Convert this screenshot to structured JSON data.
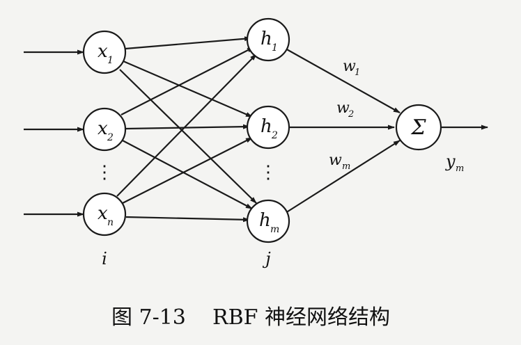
{
  "diagram": {
    "inputs": [
      {
        "var": "x",
        "sub": "1"
      },
      {
        "var": "x",
        "sub": "2"
      },
      {
        "var": "x",
        "sub": "n"
      }
    ],
    "hidden": [
      {
        "var": "h",
        "sub": "1"
      },
      {
        "var": "h",
        "sub": "2"
      },
      {
        "var": "h",
        "sub": "m"
      }
    ],
    "output": {
      "symbol": "Σ",
      "var": "y",
      "sub": "m"
    },
    "weights": [
      {
        "var": "w",
        "sub": "1"
      },
      {
        "var": "w",
        "sub": "2"
      },
      {
        "var": "w",
        "sub": "m"
      }
    ],
    "ellipsis": "⋮",
    "layer_labels": {
      "input": "i",
      "hidden": "j"
    }
  },
  "caption": "图 7-13    RBF 神经网络结构"
}
